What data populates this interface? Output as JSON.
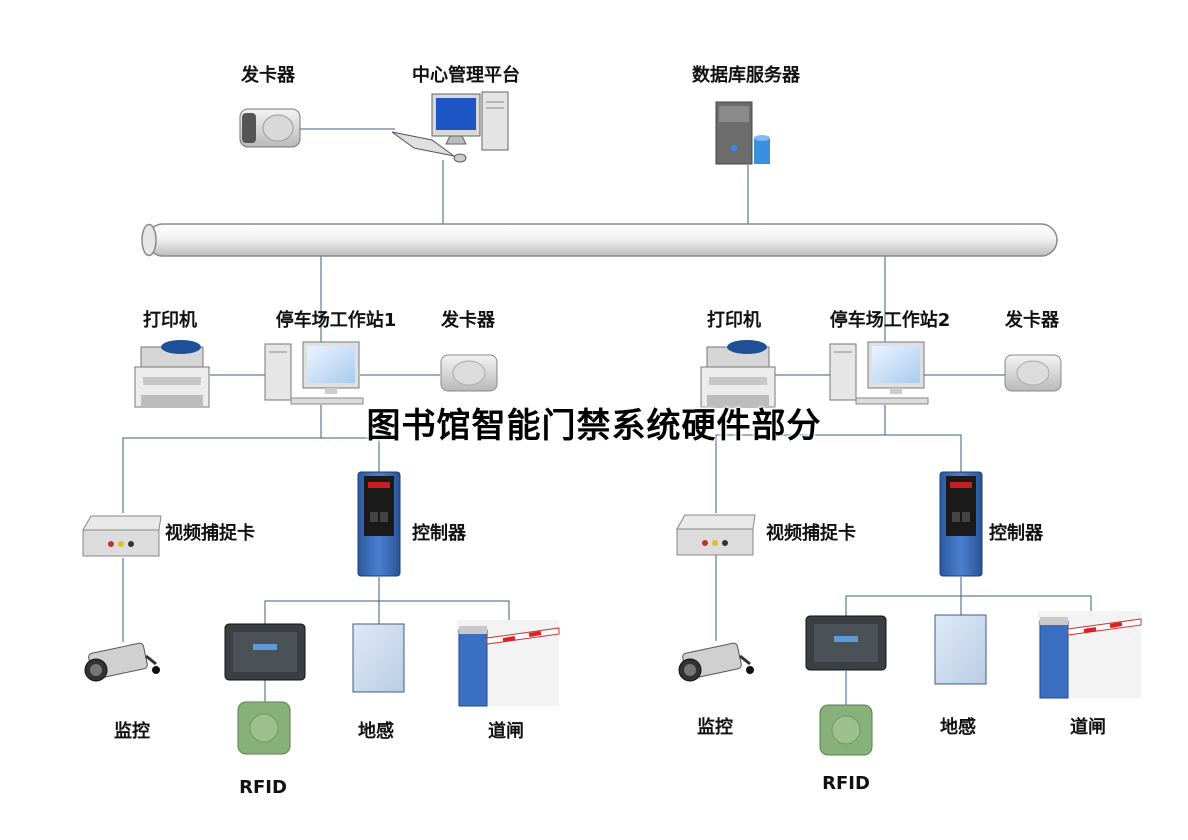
{
  "overlay_title": "图书馆智能门禁系统硬件部分",
  "top": {
    "card_issuer": "发卡器",
    "management_platform": "中心管理平台",
    "database_server": "数据库服务器"
  },
  "station1": {
    "printer": "打印机",
    "workstation": "停车场工作站1",
    "card_issuer": "发卡器",
    "video_capture": "视频捕捉卡",
    "controller": "控制器",
    "camera": "监控",
    "rfid": "RFID",
    "ground_sensor": "地感",
    "barrier_gate": "道闸"
  },
  "station2": {
    "printer": "打印机",
    "workstation": "停车场工作站2",
    "card_issuer": "发卡器",
    "video_capture": "视频捕捉卡",
    "controller": "控制器",
    "camera": "监控",
    "rfid": "RFID",
    "ground_sensor": "地感",
    "barrier_gate": "道闸"
  }
}
